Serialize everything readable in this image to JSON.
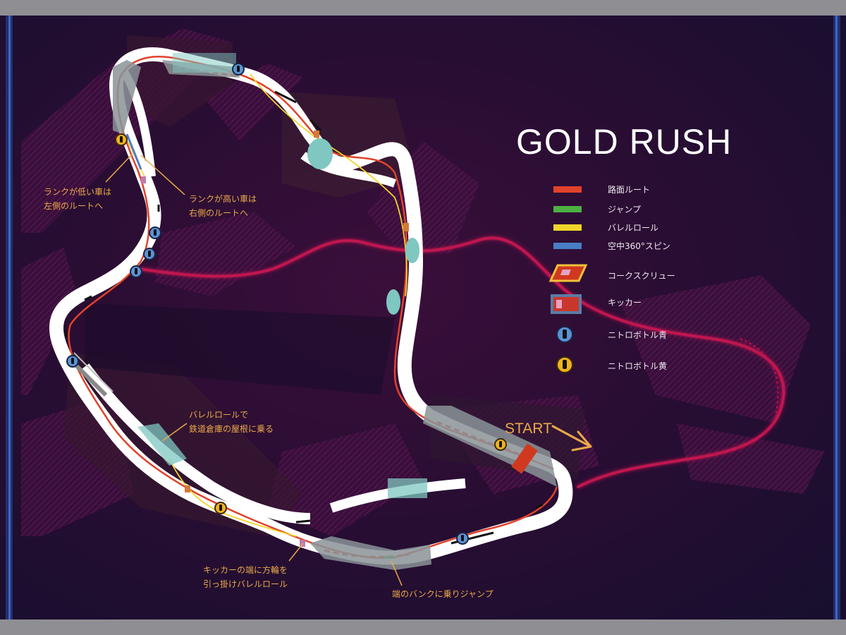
{
  "title": "GOLD RUSH",
  "start_label": "START",
  "legend": [
    {
      "label": "路面ルート",
      "icon": "road-route-swatch",
      "color": "#e0432b"
    },
    {
      "label": "ジャンプ",
      "icon": "jump-route-swatch",
      "color": "#4cb043"
    },
    {
      "label": "バレルロール",
      "icon": "barrel-roll-swatch",
      "color": "#f1d52a"
    },
    {
      "label": "空中360°スピン",
      "icon": "air-spin-swatch",
      "color": "#4a7ec4"
    },
    {
      "label": "コークスクリュー",
      "icon": "corkscrew-icon",
      "color": "#e9a94a"
    },
    {
      "label": "キッカー",
      "icon": "kicker-icon",
      "color": "#c9372c"
    },
    {
      "label": "ニトロボトル青",
      "icon": "nitro-bottle-blue-icon",
      "color": "#5b92d6"
    },
    {
      "label": "ニトロボトル黄",
      "icon": "nitro-bottle-yellow-icon",
      "color": "#f0b31c"
    }
  ],
  "annotations": {
    "low_rank": [
      "ランクが低い車は",
      "左側のルートへ"
    ],
    "high_rank": [
      "ランクが高い車は",
      "右側のルートへ"
    ],
    "barrel_roof": [
      "バレルロールで",
      "鉄道倉庫の屋根に乗る"
    ],
    "kicker_barrel": [
      "キッカーの端に方輪を",
      "引っ掛けバレルロール"
    ],
    "bank_jump": [
      "端のバンクに乗りジャンプ"
    ]
  },
  "colors": {
    "background": "#2a0d33",
    "track": "#ffffff",
    "accent_orange": "#e9a94a",
    "road_route": "#e0432b",
    "offtrack_line": "#c0124f"
  }
}
